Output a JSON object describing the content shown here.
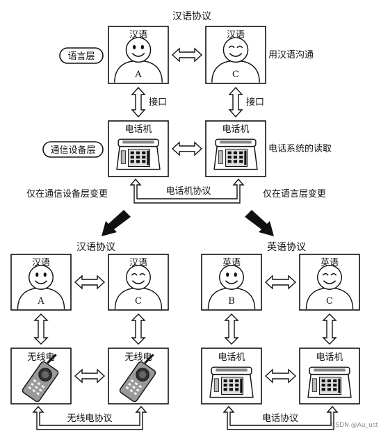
{
  "top": {
    "protocol_label": "汉语协议",
    "layer_language": "语言层",
    "layer_comm": "通信设备层",
    "box_a": {
      "title": "汉语",
      "letter": "A"
    },
    "box_c": {
      "title": "汉语",
      "letter": "C"
    },
    "phone_a": {
      "title": "电话机"
    },
    "phone_c": {
      "title": "电话机"
    },
    "note_language": "用汉语沟通",
    "note_phone": "电话系统的读取",
    "interface_left": "接口",
    "interface_right": "接口",
    "phone_protocol": "电话机协议",
    "change_left": "仅在通信设备层变更",
    "change_right": "仅在语言层变更"
  },
  "bottom_left": {
    "protocol_label": "汉语协议",
    "box_a": {
      "title": "汉语",
      "letter": "A"
    },
    "box_c": {
      "title": "汉语",
      "letter": "C"
    },
    "radio_a": {
      "title": "无线电"
    },
    "radio_c": {
      "title": "无线电"
    },
    "radio_protocol": "无线电协议"
  },
  "bottom_right": {
    "protocol_label": "英语协议",
    "box_b": {
      "title": "英语",
      "letter": "B"
    },
    "box_c": {
      "title": "英语",
      "letter": "C"
    },
    "phone_b": {
      "title": "电话机"
    },
    "phone_c": {
      "title": "电话机"
    },
    "phone_protocol": "电话协议"
  },
  "watermark": "CSDN @Au_ust"
}
